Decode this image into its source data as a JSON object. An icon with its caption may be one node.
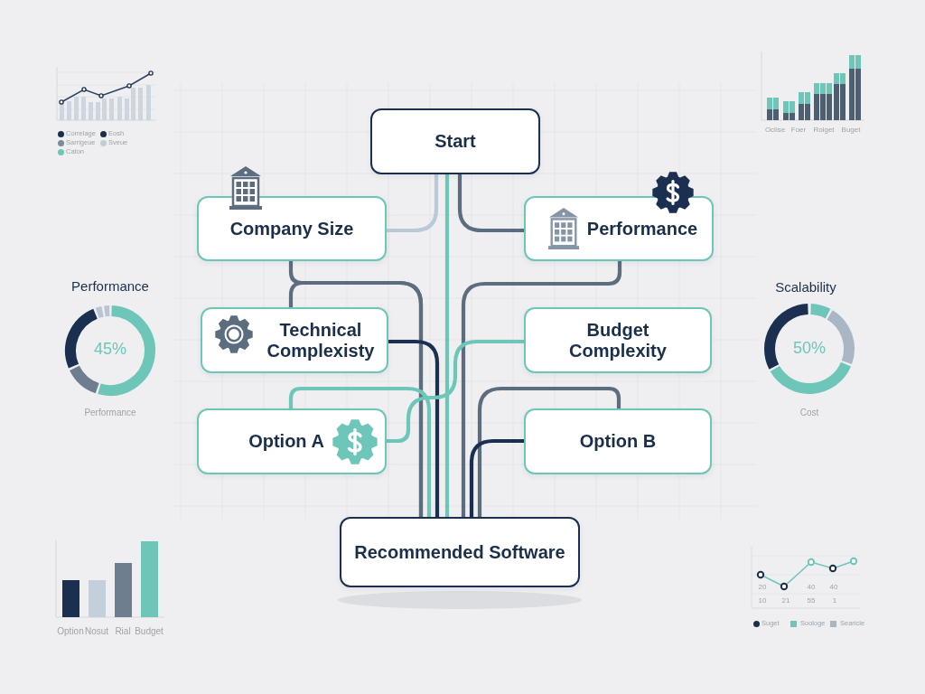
{
  "diagram": {
    "nodes": [
      {
        "text": [
          "Start"
        ]
      },
      {
        "text": [
          "Company Size"
        ]
      },
      {
        "text": [
          "Performance"
        ]
      },
      {
        "text": [
          "Technical Complexisty"
        ]
      },
      {
        "text": [
          "Budget Complexity"
        ]
      },
      {
        "text": [
          "Option A"
        ]
      },
      {
        "text": [
          "Option B"
        ]
      },
      {
        "text": [
          "Recommended Software"
        ]
      }
    ],
    "edges": [
      {
        "from": 0,
        "to": 1,
        "arrow": "none",
        "color": "#b9cad6"
      },
      {
        "from": 0,
        "to": 2,
        "arrow": "none"
      },
      {
        "from": 0,
        "to": 7,
        "arrow": "none",
        "color": "#6ec6b9"
      },
      {
        "from": 1,
        "to": 7,
        "arrow": "none"
      },
      {
        "from": 3,
        "to": 7,
        "arrow": "none"
      },
      {
        "from": 2,
        "to": 7,
        "arrow": "none"
      },
      {
        "from": 3,
        "to": 7,
        "arrow": "none",
        "color": "#1b3050"
      },
      {
        "from": 4,
        "to": 5,
        "arrow": "none",
        "color": "#6ec6b9"
      },
      {
        "from": 5,
        "to": 7,
        "arrow": "none",
        "color": "#6ec6b9"
      },
      {
        "from": 6,
        "to": 7,
        "arrow": "none"
      },
      {
        "from": 6,
        "to": 7,
        "arrow": "none",
        "color": "#1b3050"
      }
    ],
    "labels": [
      "Oclise",
      "Foer",
      "Rolget",
      "Buget",
      "Performance",
      "45%",
      "Performance",
      "Scalability",
      "50%",
      "Cost",
      "Option",
      "Nosut",
      "Rial",
      "Budget",
      "20",
      "40",
      "40",
      "10",
      "21",
      "55",
      "1"
    ],
    "legend": [
      {
        "text": "Correlage",
        "color": "#1b2f4b"
      },
      {
        "text": "Eosh",
        "color": "#1b2f4b"
      },
      {
        "text": "Sarrigeue",
        "color": "#7d8c9c"
      },
      {
        "text": "Sveue",
        "color": "#c1ccd6"
      },
      {
        "text": "Caton",
        "color": "#6ec6b9"
      },
      {
        "text": "Suget",
        "color": "#1b2f4b"
      },
      {
        "text": "Soologe",
        "color": "#6ec6b9"
      },
      {
        "text": "Searicle",
        "color": "#a9b5c1"
      }
    ]
  }
}
